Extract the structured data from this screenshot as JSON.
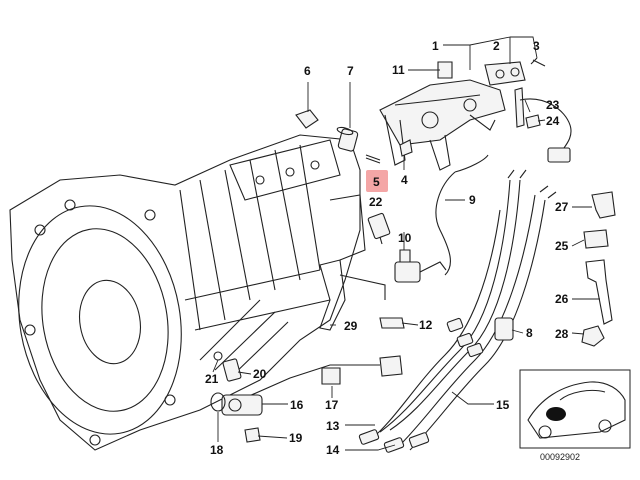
{
  "diagram": {
    "highlight_color": "#f4a6a6",
    "callouts": [
      {
        "id": "c1",
        "text": "1"
      },
      {
        "id": "c2",
        "text": "2"
      },
      {
        "id": "c3",
        "text": "3"
      },
      {
        "id": "c4",
        "text": "4"
      },
      {
        "id": "c5",
        "text": "5"
      },
      {
        "id": "c6",
        "text": "6"
      },
      {
        "id": "c7",
        "text": "7"
      },
      {
        "id": "c8",
        "text": "8"
      },
      {
        "id": "c9",
        "text": "9"
      },
      {
        "id": "c10",
        "text": "10"
      },
      {
        "id": "c11",
        "text": "11"
      },
      {
        "id": "c12",
        "text": "12"
      },
      {
        "id": "c13",
        "text": "13"
      },
      {
        "id": "c14",
        "text": "14"
      },
      {
        "id": "c15",
        "text": "15"
      },
      {
        "id": "c16",
        "text": "16"
      },
      {
        "id": "c17",
        "text": "17"
      },
      {
        "id": "c18",
        "text": "18"
      },
      {
        "id": "c19",
        "text": "19"
      },
      {
        "id": "c20",
        "text": "20"
      },
      {
        "id": "c21",
        "text": "21"
      },
      {
        "id": "c22",
        "text": "22"
      },
      {
        "id": "c23",
        "text": "23"
      },
      {
        "id": "c24",
        "text": "24"
      },
      {
        "id": "c25",
        "text": "25"
      },
      {
        "id": "c26",
        "text": "26"
      },
      {
        "id": "c27",
        "text": "27"
      },
      {
        "id": "c28",
        "text": "28"
      },
      {
        "id": "c29",
        "text": "29"
      }
    ],
    "catalog_number": "00092902"
  }
}
